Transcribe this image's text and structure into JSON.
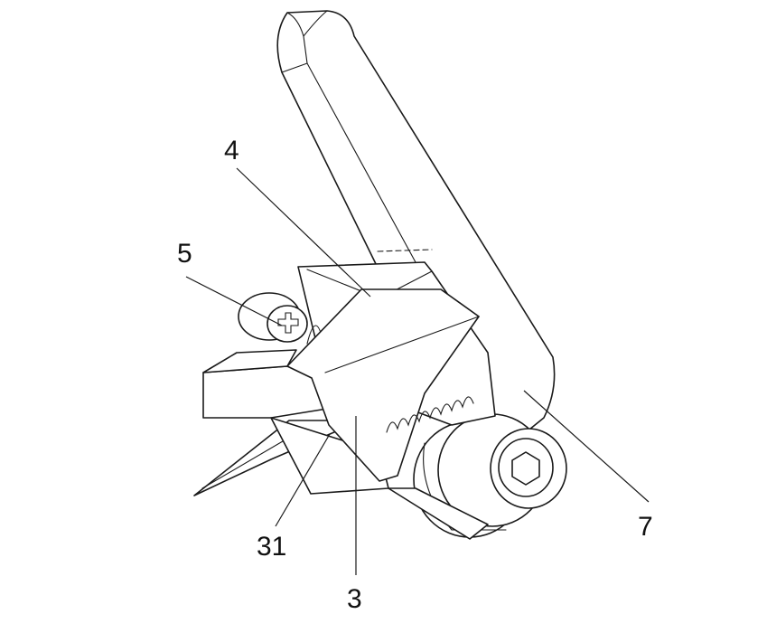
{
  "diagram": {
    "callouts": [
      {
        "id": "4",
        "text": "4"
      },
      {
        "id": "5",
        "text": "5"
      },
      {
        "id": "31",
        "text": "31"
      },
      {
        "id": "3",
        "text": "3"
      },
      {
        "id": "7",
        "text": "7"
      }
    ],
    "colors": {
      "line": "#1a1a1a",
      "background": "#ffffff"
    }
  }
}
